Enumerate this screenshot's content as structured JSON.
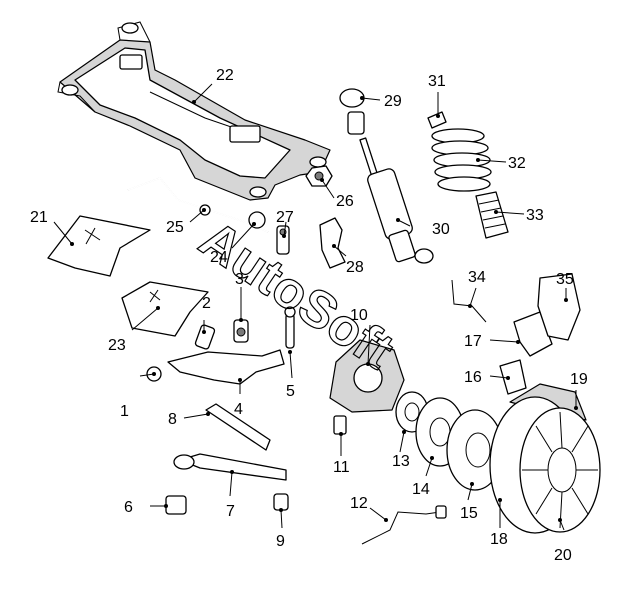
{
  "callouts": [
    "1",
    "2",
    "3",
    "4",
    "5",
    "6",
    "7",
    "8",
    "9",
    "10",
    "11",
    "12",
    "13",
    "14",
    "15",
    "16",
    "17",
    "18",
    "19",
    "20",
    "21",
    "22",
    "23",
    "24",
    "25",
    "26",
    "27",
    "28",
    "29",
    "30",
    "31",
    "32",
    "33",
    "34",
    "35"
  ],
  "watermark": "AutoSoft"
}
